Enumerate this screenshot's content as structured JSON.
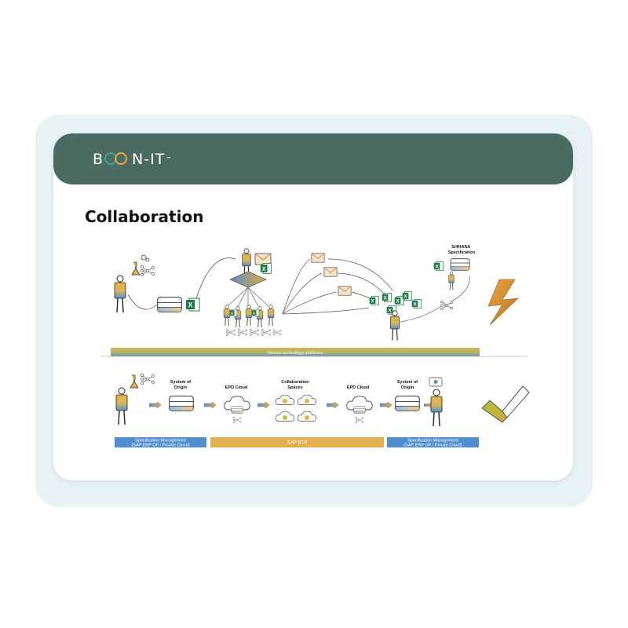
{
  "brand": {
    "logo_left": "B",
    "logo_right": "N-IT",
    "trademark": "™",
    "ring_colors": [
      "#3aa79a",
      "#f0a23b"
    ]
  },
  "page": {
    "title": "Collaboration"
  },
  "top_diagram": {
    "spec_label": "S/4HANA\nSpecification",
    "platform_bar": "Various technology platforms"
  },
  "bottom_diagram": {
    "step_labels": [
      "System of\nOrigin",
      "EPD Cloud",
      "Collaboration\nSpaces",
      "EPD Cloud",
      "System of\nOrigin"
    ],
    "bars": [
      {
        "label": "Specification Management\n(SAP ERP  OP / Private Cloud)",
        "color": "#4f8fd0"
      },
      {
        "label": "SAP BTP",
        "color": "#e2b04e"
      },
      {
        "label": "Specification Management\n(SAP ERP  OP / Private Cloud)",
        "color": "#4f8fd0"
      }
    ]
  },
  "colors": {
    "header": "#4a6b62",
    "excel": "#1f7a45",
    "lightning": "#e08a2e",
    "check_green": "#9bc53d",
    "check_orange": "#e8a23a"
  }
}
